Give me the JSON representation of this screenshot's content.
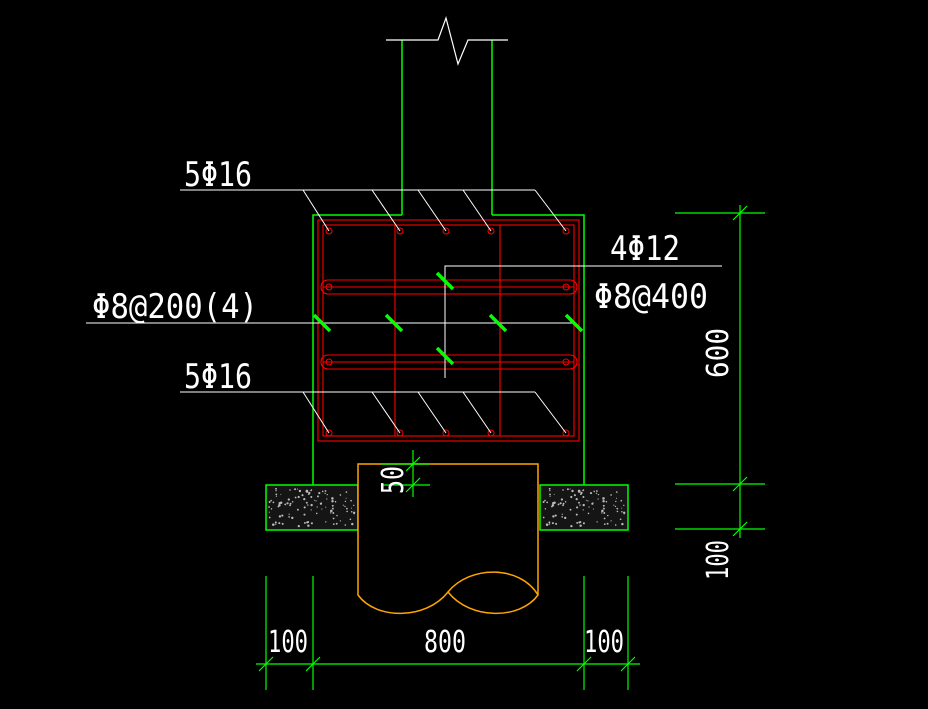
{
  "labels": {
    "top_bars": "5Φ16",
    "side_bars": "4Φ12",
    "stirrup_main": "Φ8@200(4)",
    "stirrup_tie": "Φ8@400",
    "bottom_bars": "5Φ16"
  },
  "dimensions": {
    "height": "600",
    "cover_height": "100",
    "embed_depth": "50",
    "left_offset": "100",
    "width": "800",
    "right_offset": "100"
  },
  "colors": {
    "background": "#000000",
    "outline": "#00ff00",
    "rebar": "#ff0000",
    "leader": "#ffffff",
    "tie_mark": "#00ff00",
    "pile": "#ffa500",
    "dim_line": "#00ff00",
    "concrete_fill": "#1a1a1a"
  }
}
